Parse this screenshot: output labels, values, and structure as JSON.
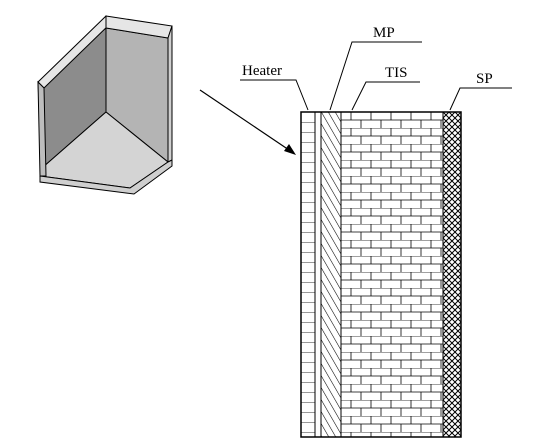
{
  "labels": {
    "heater": "Heater",
    "mp": "MP",
    "tis": "TIS",
    "sp": "SP"
  },
  "colors": {
    "stroke": "#000000",
    "wall_back": "#b4b4b4",
    "wall_left": "#8c8c8c",
    "floor": "#d4d4d4",
    "edge_light": "#e6e6e6",
    "background": "#ffffff"
  }
}
